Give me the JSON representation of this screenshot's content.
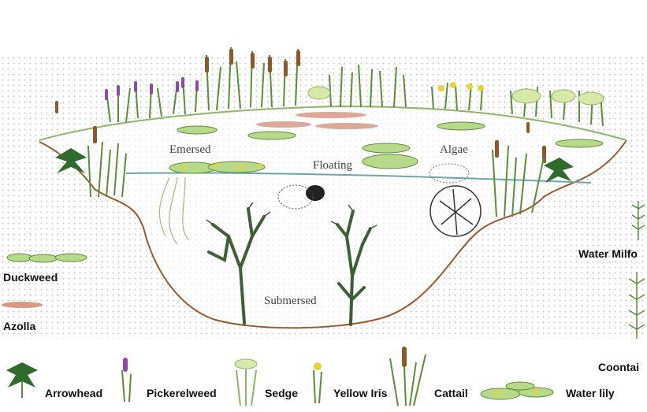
{
  "zones": {
    "emersed": "Emersed",
    "floating": "Floating",
    "algae": "Algae",
    "submersed": "Submersed"
  },
  "side_labels": {
    "duckweed": "Duckweed",
    "azolla": "Azolla",
    "water_milfoil": "Water Milfo",
    "coontail": "Coontai"
  },
  "legend": {
    "arrowhead": "Arrowhead",
    "pickerelweed": "Pickerelweed",
    "sedge": "Sedge",
    "yellow_iris": "Yellow Iris",
    "cattail": "Cattail",
    "water_lily": "Water lily"
  },
  "colors": {
    "shoreline": "#9a5a2e",
    "water_line": "#6fa6a6",
    "leaf_green": "#5a8f3a",
    "dark_green": "#2f6b2a",
    "pale_green": "#b9d98a",
    "pickerel_purple": "#8e4aa6",
    "cattail_brown": "#8a5a2b",
    "iris_yellow": "#e8d23a",
    "azolla_pink": "#d79a86"
  }
}
